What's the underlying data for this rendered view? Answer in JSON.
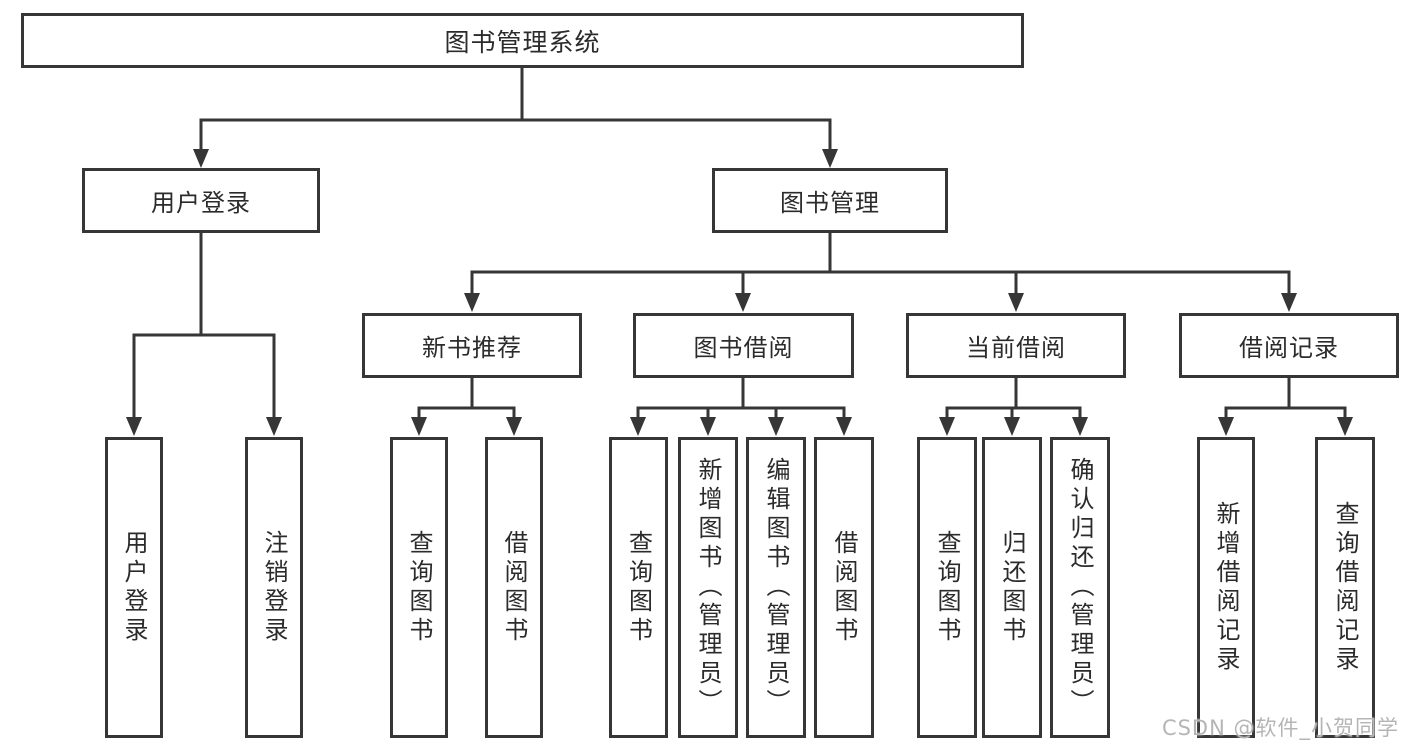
{
  "tree": {
    "root": "图书管理系统",
    "children": [
      {
        "label": "用户登录",
        "children": [
          "用户登录",
          "注销登录"
        ]
      },
      {
        "label": "图书管理",
        "children": [
          {
            "label": "新书推荐",
            "children": [
              "查询图书",
              "借阅图书"
            ]
          },
          {
            "label": "图书借阅",
            "children": [
              "查询图书",
              "新增图书（管理员）",
              "编辑图书（管理员）",
              "借阅图书"
            ]
          },
          {
            "label": "当前借阅",
            "children": [
              "查询图书",
              "归还图书",
              "确认归还（管理员）"
            ]
          },
          {
            "label": "借阅记录",
            "children": [
              "新增借阅记录",
              "查询借阅记录"
            ]
          }
        ]
      }
    ]
  },
  "watermark": {
    "text": "CSDN @软件_小贺同学"
  },
  "colors": {
    "line": "#363636",
    "text": "#2b2b2b",
    "watermark": "#b5b5b5",
    "background": "#ffffff"
  }
}
